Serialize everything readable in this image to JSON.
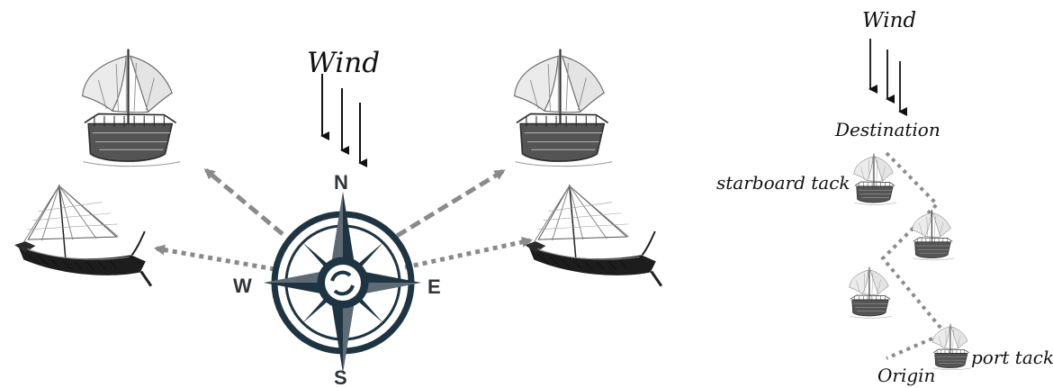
{
  "left_diagram": {
    "wind_label": "Wind",
    "compass": {
      "north": "N",
      "east": "E",
      "south": "S",
      "west": "W"
    }
  },
  "right_diagram": {
    "wind_label": "Wind",
    "destination_label": "Destination",
    "starboard_label": "starboard tack",
    "origin_label": "Origin",
    "port_label": "port tack"
  },
  "colors": {
    "compass_dark": "#1f3442",
    "compass_mid": "#5f6b74",
    "arrow_gray": "#8a8a8a",
    "route_gray": "#8c8c8c",
    "ship_hull": "#4b4b4b",
    "sail_fill": "#e8e8e8"
  }
}
